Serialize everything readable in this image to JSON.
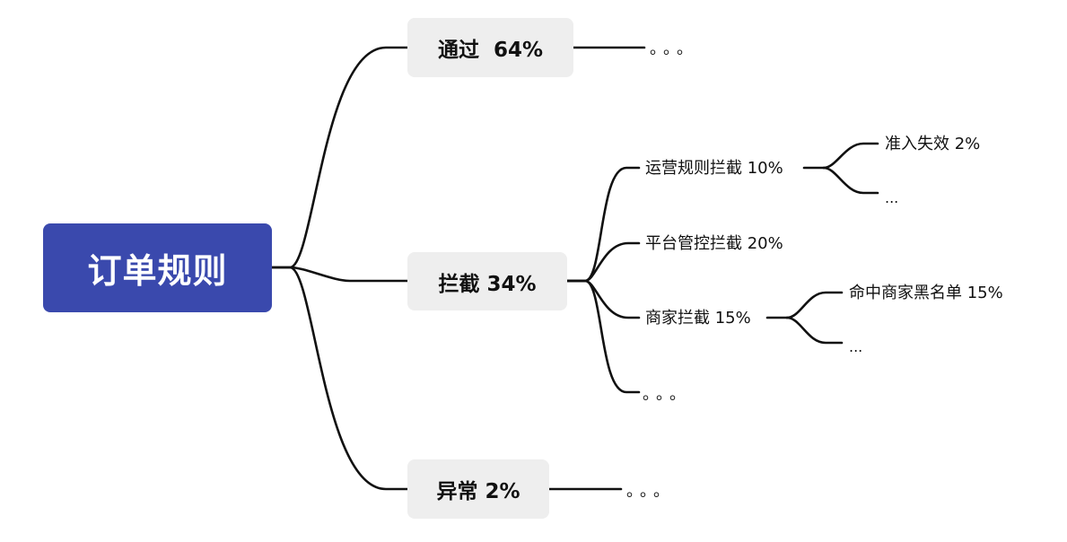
{
  "root": {
    "label": "订单规则"
  },
  "branches": [
    {
      "label": "通过  64%",
      "more": "。。。"
    },
    {
      "label": "拦截 34%",
      "children": [
        {
          "label": "运营规则拦截 10%",
          "children": [
            {
              "label": "准入失效 2%"
            },
            {
              "label": "..."
            }
          ]
        },
        {
          "label": "平台管控拦截 20%"
        },
        {
          "label": "商家拦截 15%",
          "children": [
            {
              "label": "命中商家黑名单 15%"
            },
            {
              "label": "..."
            }
          ]
        },
        {
          "label": "。。。"
        }
      ]
    },
    {
      "label": "异常 2%",
      "more": "。。。"
    }
  ],
  "colors": {
    "root_bg": "#3a49ad",
    "box_bg": "#eeeeee",
    "line": "#111111"
  }
}
